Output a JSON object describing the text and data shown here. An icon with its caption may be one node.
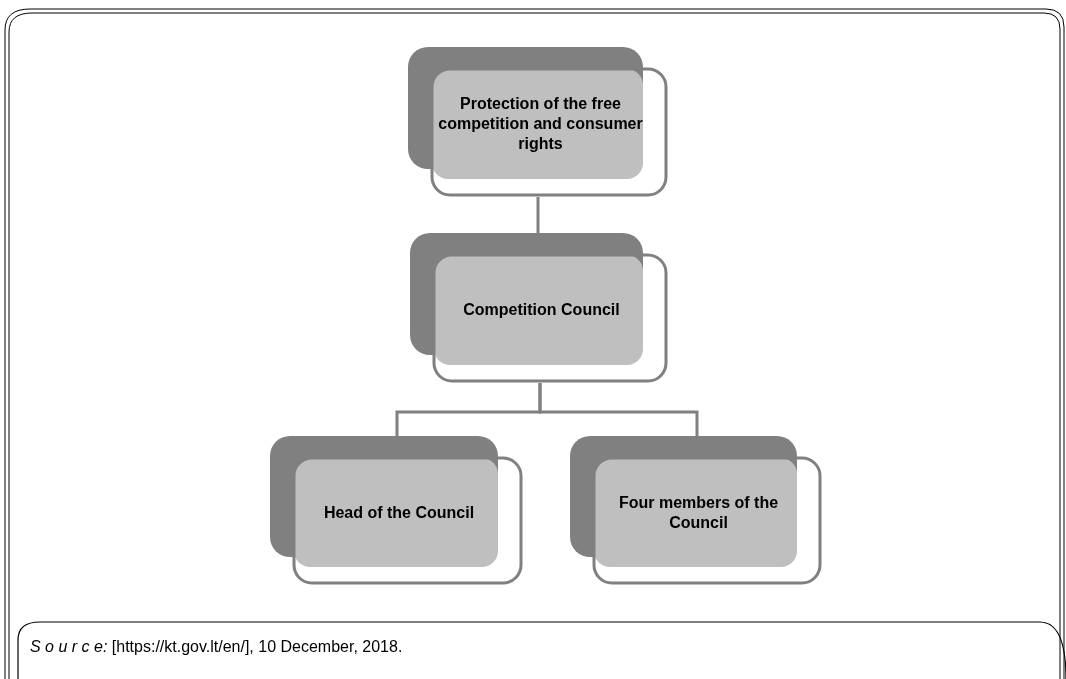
{
  "diagram": {
    "caption": "*S o u r c e:* [https://kt.gov.lt/en/], 10 December, 2018.",
    "nodes": [
      {
        "text": [
          "Protection of the free competition and consumer rights"
        ]
      },
      {
        "text": [
          "Competition Council"
        ]
      },
      {
        "text": [
          "Head of the Council"
        ]
      },
      {
        "text": [
          "Four members of the Council"
        ]
      }
    ],
    "edges": [
      {
        "from": 0,
        "to": 1,
        "arrow": "none"
      },
      {
        "from": 1,
        "to": 2,
        "arrow": "none"
      },
      {
        "from": 1,
        "to": 3,
        "arrow": "none"
      }
    ]
  }
}
